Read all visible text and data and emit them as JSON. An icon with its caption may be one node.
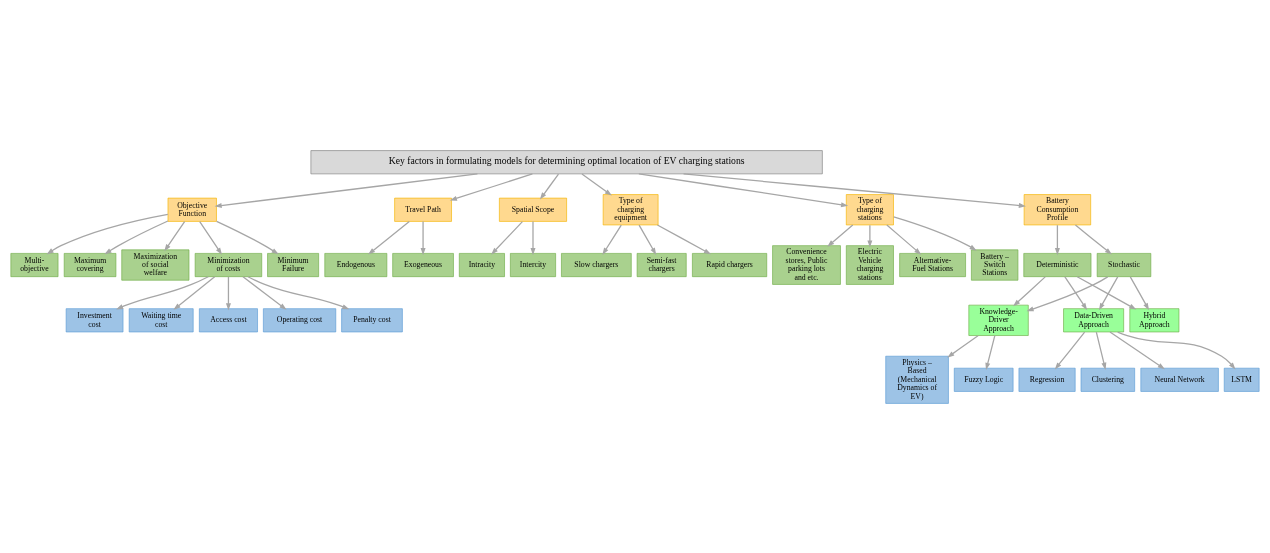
{
  "diagram": {
    "nodes": [
      {
        "text": [
          "Key factors in formulating models for determining optimal location of EV charging stations"
        ]
      },
      {
        "text": [
          "Objective Function"
        ]
      },
      {
        "text": [
          "Maximum covering"
        ]
      },
      {
        "text": [
          "Maximization of social welfare"
        ]
      },
      {
        "text": [
          "Minimization of costs"
        ]
      },
      {
        "text": [
          "Waiting time cost"
        ]
      },
      {
        "text": [
          "Access cost"
        ]
      },
      {
        "text": [
          "Operating cost"
        ]
      },
      {
        "text": [
          "Penalty cost"
        ]
      },
      {
        "text": [
          "Investment cost"
        ]
      },
      {
        "text": [
          "Minimum Failure"
        ]
      },
      {
        "text": [
          "Multi-objective"
        ]
      },
      {
        "text": [
          "Travel Path"
        ]
      },
      {
        "text": [
          "Endogenous"
        ]
      },
      {
        "text": [
          "Exogeneous"
        ]
      },
      {
        "text": [
          "Spatial Scope"
        ]
      },
      {
        "text": [
          "Intracity"
        ]
      },
      {
        "text": [
          "Intercity"
        ]
      },
      {
        "text": [
          "Type of charging equipment"
        ]
      },
      {
        "text": [
          "Slow chargers"
        ]
      },
      {
        "text": [
          "Semi-fast chargers"
        ]
      },
      {
        "text": [
          "Rapid chargers"
        ]
      },
      {
        "text": [
          "Type of charging stations"
        ]
      },
      {
        "text": [
          "Alternative-Fuel Stations"
        ]
      },
      {
        "text": [
          "Battery – Switch Stations"
        ]
      },
      {
        "text": [
          "Convenience stores, Public parking lots and etc."
        ]
      },
      {
        "text": [
          "Electric Vehicle charging stations"
        ]
      },
      {
        "text": [
          "Battery Consumption Profile"
        ]
      },
      {
        "text": [
          "Deterministic"
        ]
      },
      {
        "text": [
          "Stochastic"
        ]
      },
      {
        "text": [
          "Knowledge-Driver Approach"
        ]
      },
      {
        "text": [
          "Data-Driven Approach"
        ]
      },
      {
        "text": [
          "Hybrid Approach"
        ]
      },
      {
        "text": [
          "Physics – Based (Mechanical Dynamics of EV)"
        ]
      },
      {
        "text": [
          "Fuzzy Logic"
        ]
      },
      {
        "text": [
          "Regression"
        ]
      },
      {
        "text": [
          "Clustering"
        ]
      },
      {
        "text": [
          "Neural Network"
        ]
      },
      {
        "text": [
          "LSTM"
        ]
      }
    ],
    "edges": [
      {
        "from": 0,
        "to": 1,
        "arrow": "to"
      },
      {
        "from": 0,
        "to": 12,
        "arrow": "to"
      },
      {
        "from": 0,
        "to": 15,
        "arrow": "to"
      },
      {
        "from": 0,
        "to": 18,
        "arrow": "to"
      },
      {
        "from": 0,
        "to": 22,
        "arrow": "to"
      },
      {
        "from": 0,
        "to": 27,
        "arrow": "to"
      },
      {
        "from": 1,
        "to": 2,
        "arrow": "to"
      },
      {
        "from": 1,
        "to": 3,
        "arrow": "to"
      },
      {
        "from": 1,
        "to": 4,
        "arrow": "to"
      },
      {
        "from": 4,
        "to": 5,
        "arrow": "to"
      },
      {
        "from": 4,
        "to": 6,
        "arrow": "to"
      },
      {
        "from": 4,
        "to": 7,
        "arrow": "to"
      },
      {
        "from": 4,
        "to": 8,
        "arrow": "to"
      },
      {
        "from": 4,
        "to": 9,
        "arrow": "to"
      },
      {
        "from": 1,
        "to": 10,
        "arrow": "to"
      },
      {
        "from": 1,
        "to": 11,
        "arrow": "to"
      },
      {
        "from": 12,
        "to": 13,
        "arrow": "to"
      },
      {
        "from": 12,
        "to": 14,
        "arrow": "to"
      },
      {
        "from": 15,
        "to": 16,
        "arrow": "to"
      },
      {
        "from": 15,
        "to": 17,
        "arrow": "to"
      },
      {
        "from": 18,
        "to": 19,
        "arrow": "to"
      },
      {
        "from": 18,
        "to": 20,
        "arrow": "to"
      },
      {
        "from": 18,
        "to": 21,
        "arrow": "to"
      },
      {
        "from": 22,
        "to": 23,
        "arrow": "to"
      },
      {
        "from": 22,
        "to": 24,
        "arrow": "to"
      },
      {
        "from": 22,
        "to": 25,
        "arrow": "to"
      },
      {
        "from": 22,
        "to": 26,
        "arrow": "to"
      },
      {
        "from": 27,
        "to": 28,
        "arrow": "to"
      },
      {
        "from": 27,
        "to": 29,
        "arrow": "to"
      },
      {
        "from": 28,
        "to": 30,
        "arrow": "to"
      },
      {
        "from": 28,
        "to": 31,
        "arrow": "to"
      },
      {
        "from": 28,
        "to": 32,
        "arrow": "to"
      },
      {
        "from": 29,
        "to": 30,
        "arrow": "to"
      },
      {
        "from": 29,
        "to": 31,
        "arrow": "to"
      },
      {
        "from": 29,
        "to": 32,
        "arrow": "to"
      },
      {
        "from": 30,
        "to": 33,
        "arrow": "to"
      },
      {
        "from": 30,
        "to": 34,
        "arrow": "to"
      },
      {
        "from": 31,
        "to": 35,
        "arrow": "to"
      },
      {
        "from": 31,
        "to": 36,
        "arrow": "to"
      },
      {
        "from": 31,
        "to": 37,
        "arrow": "to"
      },
      {
        "from": 31,
        "to": 38,
        "arrow": "to"
      }
    ]
  }
}
